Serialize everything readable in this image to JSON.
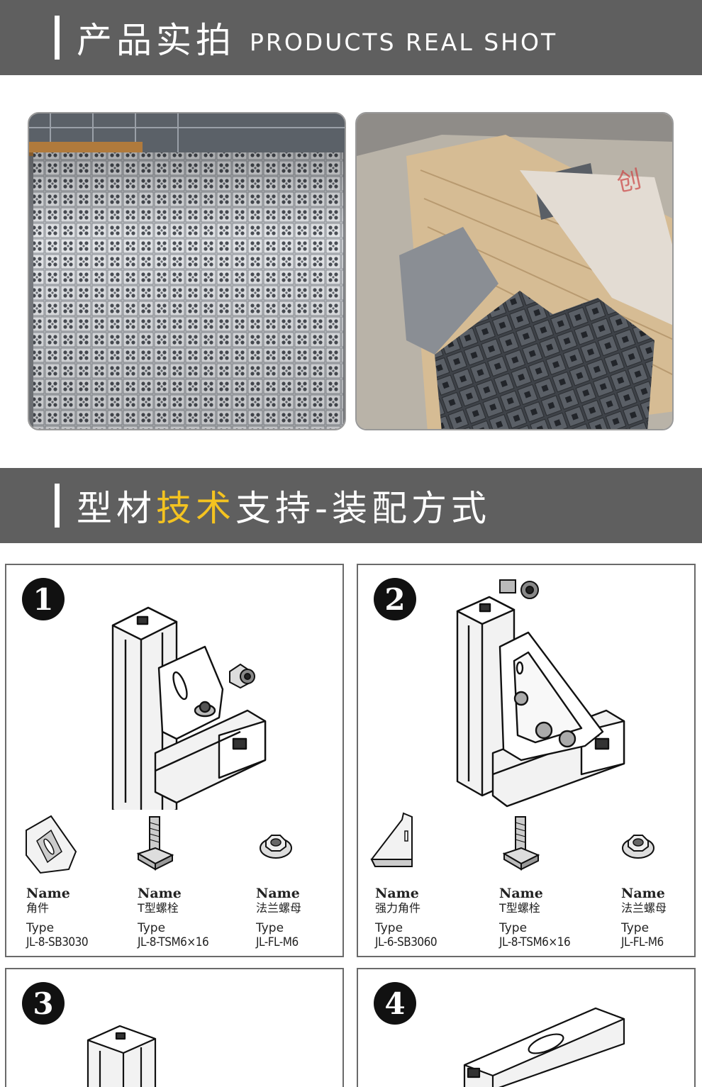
{
  "banner_photos": {
    "title": "产品实拍",
    "subtitle": "PRODUCTS REAL SHOT"
  },
  "banner_assembly": {
    "title_a": "型材",
    "title_b": "技术",
    "title_c": "支持-装配方式"
  },
  "colors": {
    "banner": "#5f5f5f",
    "highlight": "#f4c320"
  },
  "panels": [
    {
      "number": "1",
      "parts": [
        {
          "name_label": "Name",
          "name": "角件",
          "type_label": "Type",
          "type": "JL-8-SB3030"
        },
        {
          "name_label": "Name",
          "name": "T型螺栓",
          "type_label": "Type",
          "type": "JL-8-TSM6×16"
        },
        {
          "name_label": "Name",
          "name": "法兰螺母",
          "type_label": "Type",
          "type": "JL-FL-M6"
        }
      ]
    },
    {
      "number": "2",
      "parts": [
        {
          "name_label": "Name",
          "name": "强力角件",
          "type_label": "Type",
          "type": "JL-6-SB3060"
        },
        {
          "name_label": "Name",
          "name": "T型螺栓",
          "type_label": "Type",
          "type": "JL-8-TSM6×16"
        },
        {
          "name_label": "Name",
          "name": "法兰螺母",
          "type_label": "Type",
          "type": "JL-FL-M6"
        }
      ]
    },
    {
      "number": "3"
    },
    {
      "number": "4"
    }
  ]
}
